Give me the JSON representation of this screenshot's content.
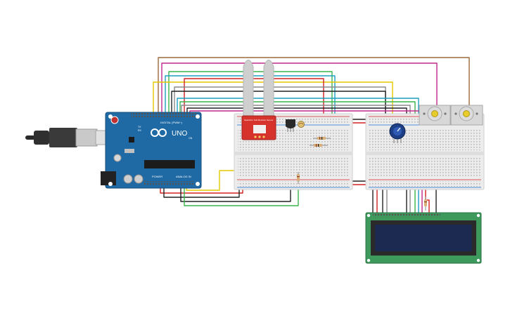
{
  "arduino": {
    "logo_text": "UNO",
    "header_digital": "DIGITAL (PWM~)",
    "header_power": "POWER",
    "header_analog": "ANALOG IN",
    "label_tx": "TX",
    "label_rx": "RX",
    "label_on": "ON"
  },
  "sensor": {
    "label": "SparkFun Soil Moisture Sensor"
  },
  "colors": {
    "wire_brown": "#9c6a3c",
    "wire_magenta": "#c0288c",
    "wire_green": "#3cb44b",
    "wire_cyan": "#1e9fc0",
    "wire_yellow": "#e6c800",
    "wire_red": "#d42020",
    "wire_black": "#222222",
    "wire_gray": "#8a8a8a",
    "arduino_board": "#1f6aa5",
    "lcd_pcb": "#3d9a5c",
    "lcd_screen": "#1c2a52",
    "sensor_pcb": "#d6332c"
  }
}
